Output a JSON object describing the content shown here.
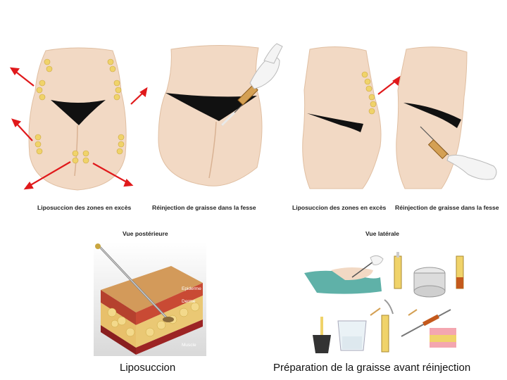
{
  "captions": {
    "posterior_left": "Liposuccion des zones en excès",
    "posterior_right": "Réinjection de graisse dans la fesse",
    "lateral_left": "Liposuccion des zones en excès",
    "lateral_right": "Réinjection de graisse dans la fesse",
    "view_posterior": "Vue postérieure",
    "view_lateral": "Vue latérale",
    "liposuccion": "Liposuccion",
    "preparation": "Préparation de la graisse avant réinjection"
  },
  "tissue_labels": {
    "epiderme": "Epiderme",
    "derme": "Derme",
    "muscle": "Muscle"
  },
  "colors": {
    "skin": "#f2d9c4",
    "skin_shadow": "#e6c2a4",
    "fat": "#f0d36a",
    "arrow": "#e0191b",
    "underwear": "#111111",
    "drape": "#5fb1a8"
  }
}
